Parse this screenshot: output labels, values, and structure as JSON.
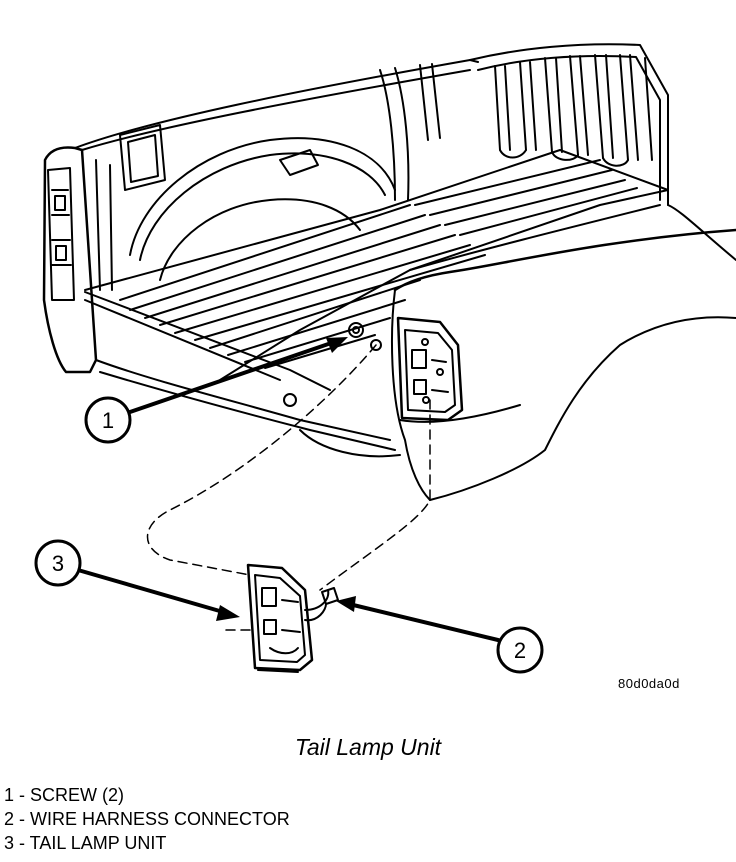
{
  "figure": {
    "ref_code": "80d0da0d",
    "caption": "Tail Lamp Unit",
    "callouts": [
      {
        "number": "1",
        "label": "SCREW (2)"
      },
      {
        "number": "2",
        "label": "WIRE HARNESS CONNECTOR"
      },
      {
        "number": "3",
        "label": "TAIL LAMP UNIT"
      }
    ],
    "legend": [
      "1 - SCREW (2)",
      "2 - WIRE HARNESS CONNECTOR",
      "3 - TAIL LAMP UNIT"
    ]
  }
}
